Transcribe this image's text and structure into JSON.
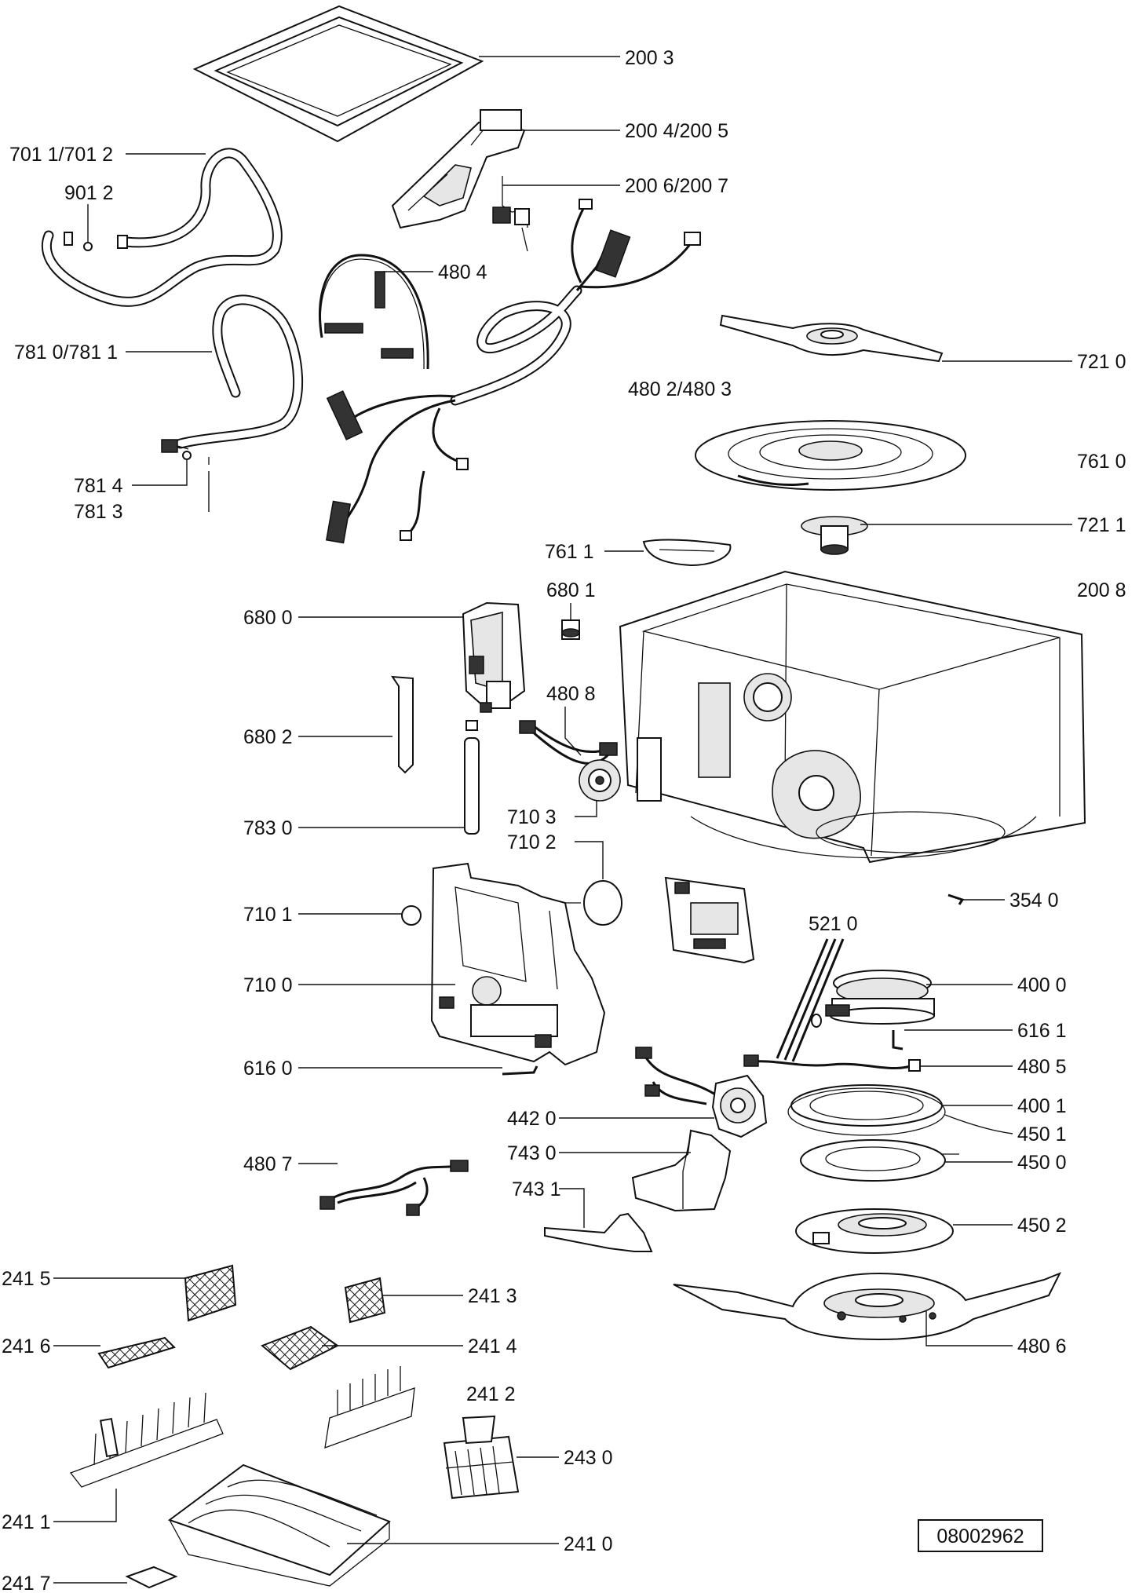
{
  "labels": {
    "l_2003": "200 3",
    "l_2004": "200 4/200 5",
    "l_2006": "200 6/200 7",
    "l_7011": "701 1/701 2",
    "l_9012": "901 2",
    "l_4804": "480 4",
    "l_7810": "781 0/781 1",
    "l_7814": "781 4",
    "l_7813": "781 3",
    "l_7210": "721 0",
    "l_4802": "480 2/480 3",
    "l_7610": "761 0",
    "l_7211": "721 1",
    "l_7611": "761 1",
    "l_6801": "680 1",
    "l_2008": "200 8",
    "l_6800": "680 0",
    "l_4808": "480 8",
    "l_6802": "680 2",
    "l_7103": "710 3",
    "l_7830": "783 0",
    "l_7102": "710 2",
    "l_3540": "354 0",
    "l_7101": "710 1",
    "l_5210": "521 0",
    "l_7100": "710 0",
    "l_4000": "400 0",
    "l_6161": "616 1",
    "l_6160": "616 0",
    "l_4805": "480 5",
    "l_4001": "400 1",
    "l_4420": "442 0",
    "l_4501": "450 1",
    "l_7430": "743 0",
    "l_4500": "450 0",
    "l_4807": "480 7",
    "l_7431": "743 1",
    "l_4502": "450 2",
    "l_2415": "241 5",
    "l_2413": "241 3",
    "l_2416": "241 6",
    "l_2414": "241 4",
    "l_4806": "480 6",
    "l_2412": "241 2",
    "l_2430": "243 0",
    "l_2411": "241 1",
    "l_2410": "241 0",
    "l_2417": "241 7"
  },
  "drawing_number": "08002962"
}
